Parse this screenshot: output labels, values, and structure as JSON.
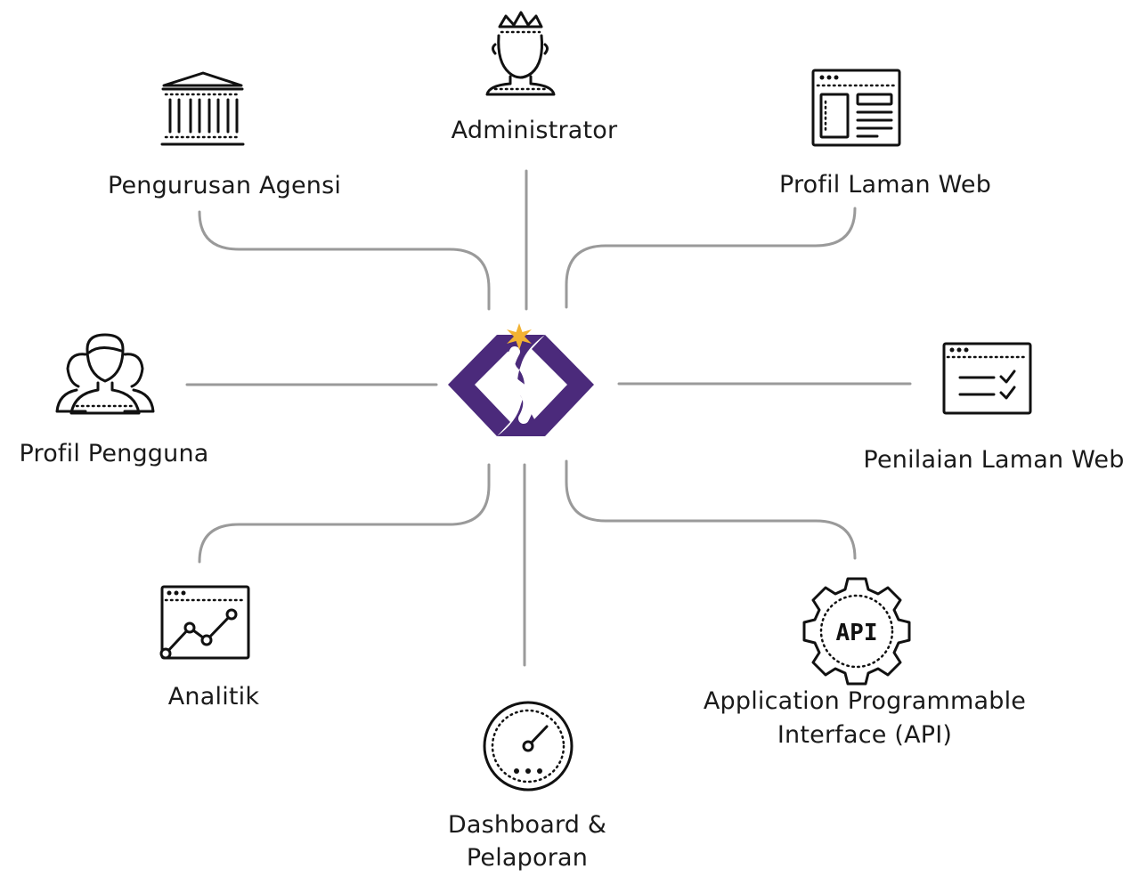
{
  "brand": {
    "primary": "#4b2a7b",
    "star": "#f2b233",
    "line": "#9a9a9a"
  },
  "center": {
    "name": "central-logo"
  },
  "nodes": {
    "administrator": {
      "label": "Administrator",
      "icon": "administrator-crown-icon"
    },
    "agency": {
      "label": "Pengurusan Agensi",
      "icon": "government-building-icon"
    },
    "website_profile": {
      "label": "Profil Laman Web",
      "icon": "website-layout-icon"
    },
    "user_profile": {
      "label": "Profil Pengguna",
      "icon": "user-group-icon"
    },
    "website_assessment": {
      "label": "Penilaian Laman Web",
      "icon": "checklist-window-icon"
    },
    "analytics": {
      "label": "Analitik",
      "icon": "analytics-chart-icon"
    },
    "dashboard": {
      "label_line1": "Dashboard &",
      "label_line2": "Pelaporan",
      "icon": "dashboard-gauge-icon"
    },
    "api": {
      "label_line1": "Application Programmable",
      "label_line2": "Interface (API)",
      "icon": "api-gear-icon"
    }
  }
}
